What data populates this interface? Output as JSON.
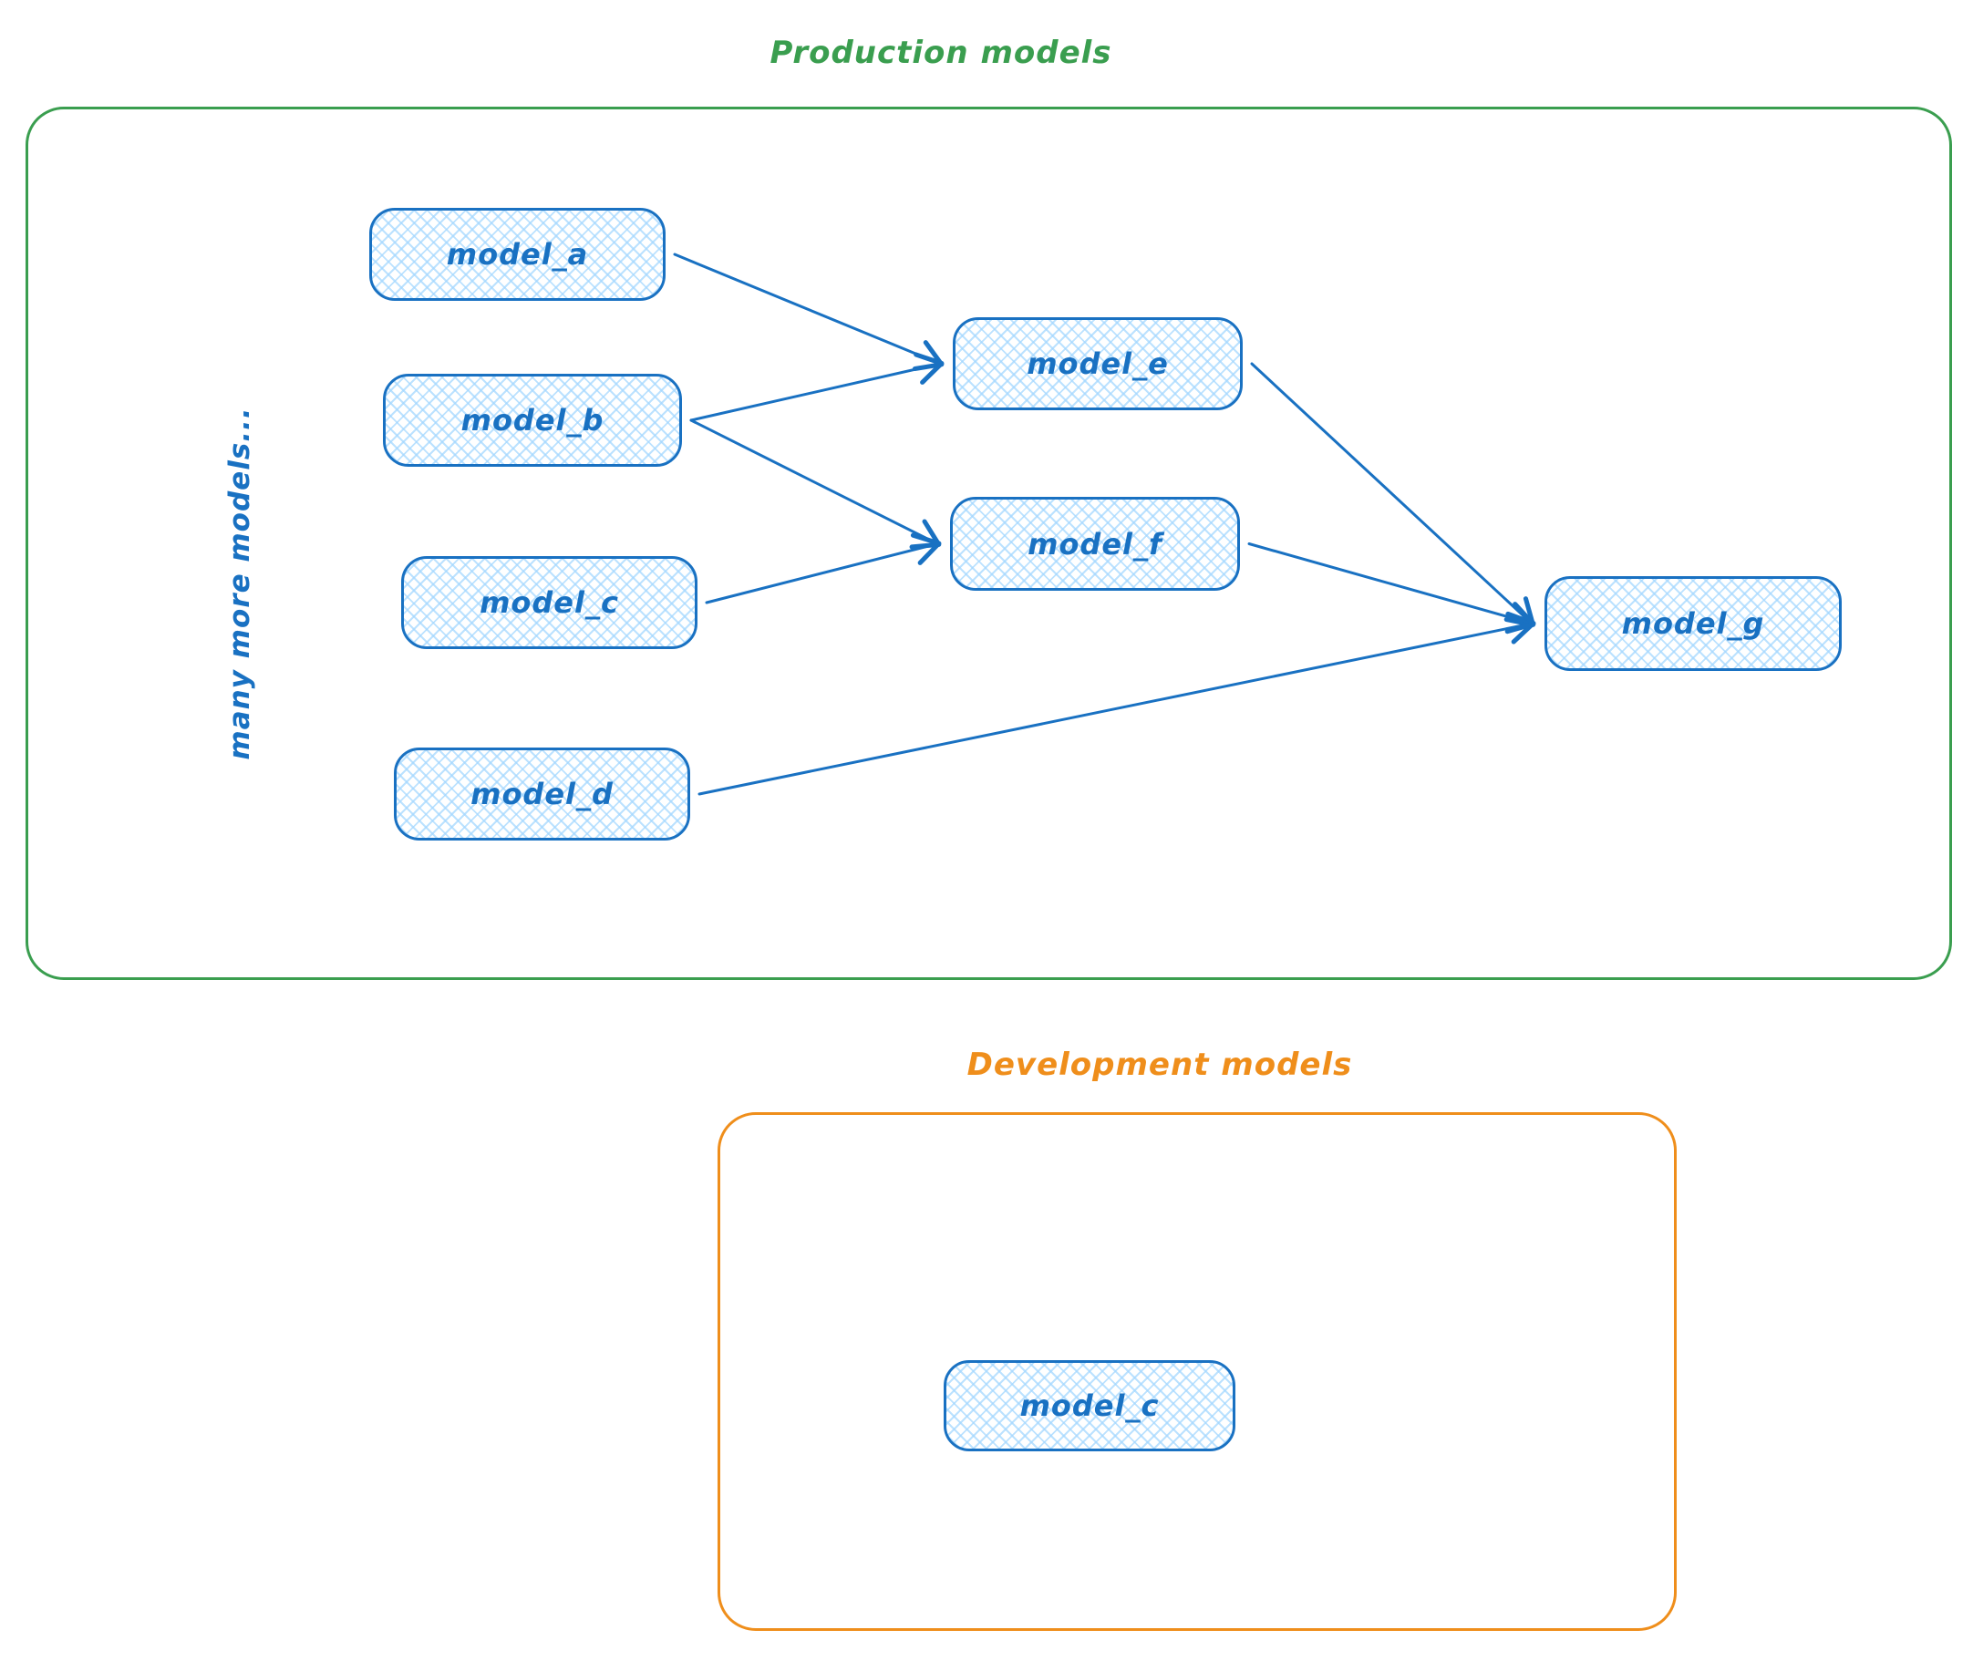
{
  "diagram": {
    "groups": {
      "production": {
        "title": "Production models",
        "color": "#3a9e4f"
      },
      "development": {
        "title": "Development models",
        "color": "#ef8e1b"
      }
    },
    "side_note": "many more models...",
    "nodes": [
      {
        "id": "model_a",
        "label": "model_a",
        "group": "production"
      },
      {
        "id": "model_b",
        "label": "model_b",
        "group": "production"
      },
      {
        "id": "model_c",
        "label": "model_c",
        "group": "production"
      },
      {
        "id": "model_d",
        "label": "model_d",
        "group": "production"
      },
      {
        "id": "model_e",
        "label": "model_e",
        "group": "production"
      },
      {
        "id": "model_f",
        "label": "model_f",
        "group": "production"
      },
      {
        "id": "model_g",
        "label": "model_g",
        "group": "production"
      },
      {
        "id": "dev_model_c",
        "label": "model_c",
        "group": "development"
      }
    ],
    "edges": [
      {
        "from": "model_a",
        "to": "model_e"
      },
      {
        "from": "model_b",
        "to": "model_e"
      },
      {
        "from": "model_b",
        "to": "model_f"
      },
      {
        "from": "model_c",
        "to": "model_f"
      },
      {
        "from": "model_d",
        "to": "model_g"
      },
      {
        "from": "model_e",
        "to": "model_g"
      },
      {
        "from": "model_f",
        "to": "model_g"
      }
    ],
    "node_style": {
      "border_color": "#1971c2",
      "fill_color": "#a5d8ff",
      "text_color": "#1971c2"
    }
  }
}
